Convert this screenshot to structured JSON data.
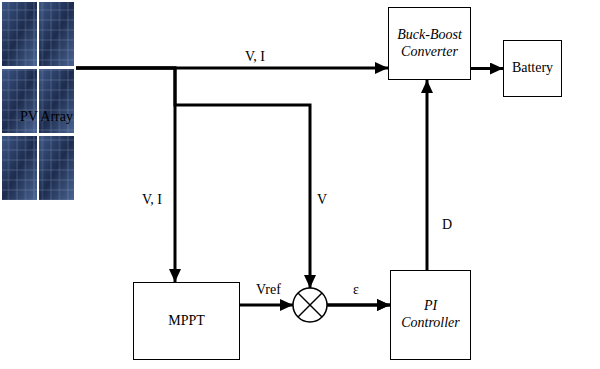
{
  "diagram": {
    "nodes": [
      {
        "text": [
          "PV Array"
        ]
      },
      {
        "text": [
          "Buck-Boost Converter"
        ]
      },
      {
        "text": [
          "Battery"
        ]
      },
      {
        "text": [
          "MPPT"
        ]
      },
      {
        "text": [
          "PI Controller"
        ]
      }
    ],
    "edges": [
      {
        "from": 0,
        "to": 1,
        "arrow": "to",
        "label": "V, I"
      },
      {
        "from": 1,
        "to": 2,
        "arrow": "to"
      },
      {
        "from": 0,
        "to": 3,
        "arrow": "to",
        "label": "V, I"
      },
      {
        "from": 0,
        "to": 4,
        "arrow": "to",
        "label": "V"
      },
      {
        "from": 3,
        "to": 4,
        "arrow": "to",
        "label": "Vref"
      },
      {
        "from": 4,
        "to": 1,
        "arrow": "to",
        "label": "D"
      }
    ],
    "labels": [
      "ε"
    ]
  }
}
